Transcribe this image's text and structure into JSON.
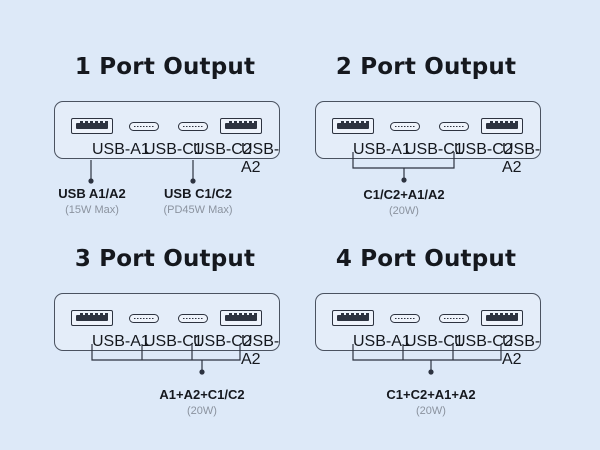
{
  "colors": {
    "background": "#dde9f8",
    "outline": "#4a5260",
    "text": "#15181e",
    "muted": "#8b939f"
  },
  "port_labels": {
    "a1": "USB-A1",
    "c1": "USB-C1",
    "c2": "USB-C2",
    "a2": "USB-A2"
  },
  "panels": [
    {
      "title": "1 Port Output",
      "outputs": [
        {
          "label": "USB A1/A2",
          "note": "(15W Max)"
        },
        {
          "label": "USB C1/C2",
          "note": "(PD45W Max)"
        }
      ]
    },
    {
      "title": "2 Port Output",
      "outputs": [
        {
          "label": "C1/C2+A1/A2",
          "note": "(20W)"
        }
      ]
    },
    {
      "title": "3 Port Output",
      "outputs": [
        {
          "label": "A1+A2+C1/C2",
          "note": "(20W)"
        }
      ]
    },
    {
      "title": "4 Port Output",
      "outputs": [
        {
          "label": "C1+C2+A1+A2",
          "note": "(20W)"
        }
      ]
    }
  ]
}
